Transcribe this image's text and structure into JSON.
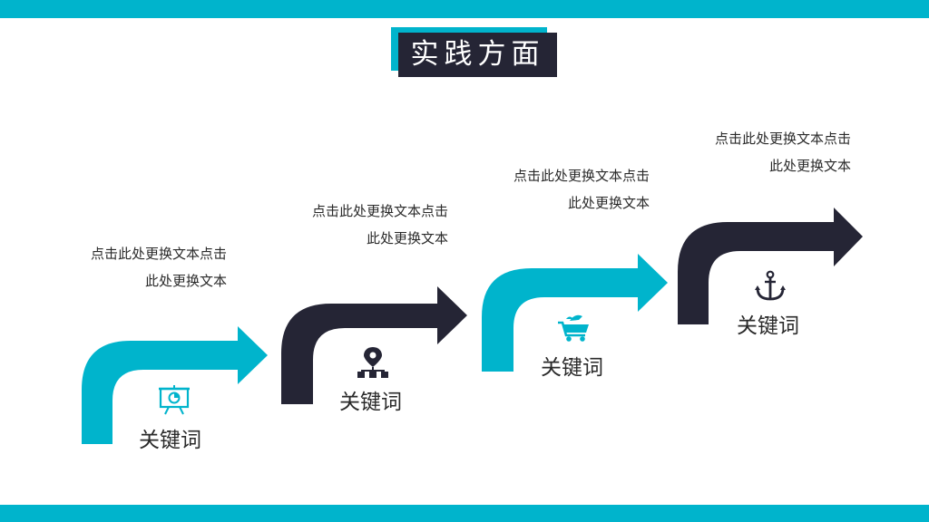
{
  "title": "实践方面",
  "colors": {
    "accent": "#00b4cc",
    "dark": "#252535"
  },
  "steps": [
    {
      "keyword": "关键词",
      "line1": "点击此处更换文本点击",
      "line2": "此处更换文本",
      "icon": "presentation-board-icon",
      "color": "#00b4cc"
    },
    {
      "keyword": "关键词",
      "line1": "点击此处更换文本点击",
      "line2": "此处更换文本",
      "icon": "location-network-icon",
      "color": "#252535"
    },
    {
      "keyword": "关键词",
      "line1": "点击此处更换文本点击",
      "line2": "此处更换文本",
      "icon": "shopping-cart-icon",
      "color": "#00b4cc"
    },
    {
      "keyword": "关键词",
      "line1": "点击此处更换文本点击",
      "line2": "此处更换文本",
      "icon": "anchor-icon",
      "color": "#252535"
    }
  ]
}
